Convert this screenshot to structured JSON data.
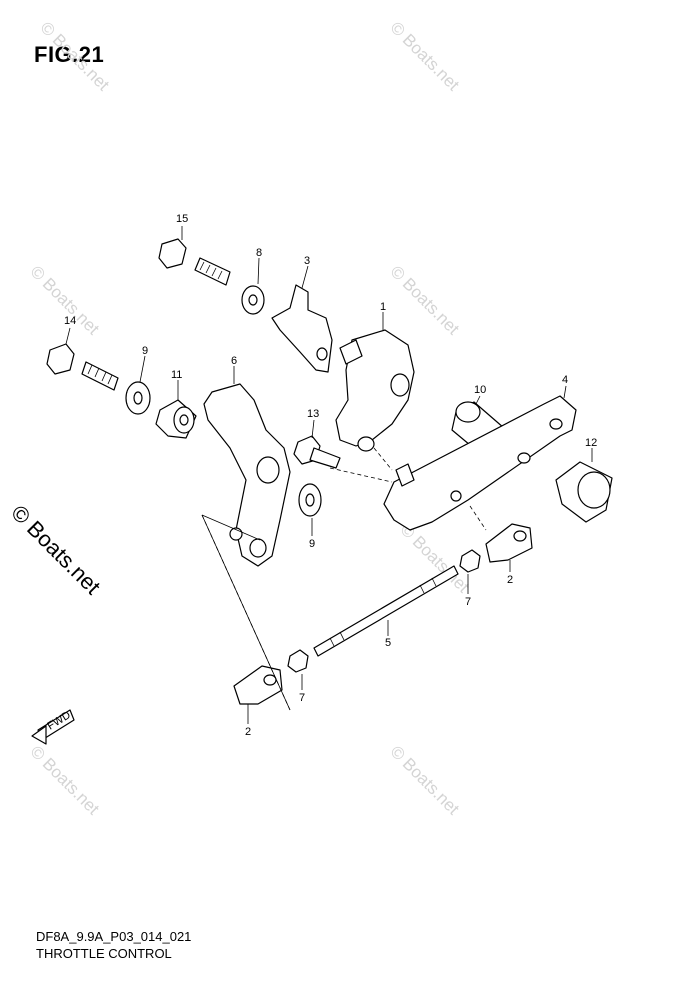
{
  "figure": {
    "title": "FIG.21"
  },
  "watermarks": [
    "© Boats.net",
    "© Boats.net",
    "© Boats.net",
    "© Boats.net",
    "© Boats.net",
    "© Boats.net",
    "© Boats.net"
  ],
  "side_watermark": "© Boats.net",
  "footer": {
    "code": "DF8A_9.9A_P03_014_021",
    "title": "THROTTLE CONTROL"
  },
  "fwd_label": "FWD",
  "callouts": [
    "15",
    "8",
    "3",
    "1",
    "14",
    "9",
    "11",
    "6",
    "10",
    "4",
    "13",
    "12",
    "9",
    "2",
    "7",
    "5",
    "7",
    "2"
  ]
}
